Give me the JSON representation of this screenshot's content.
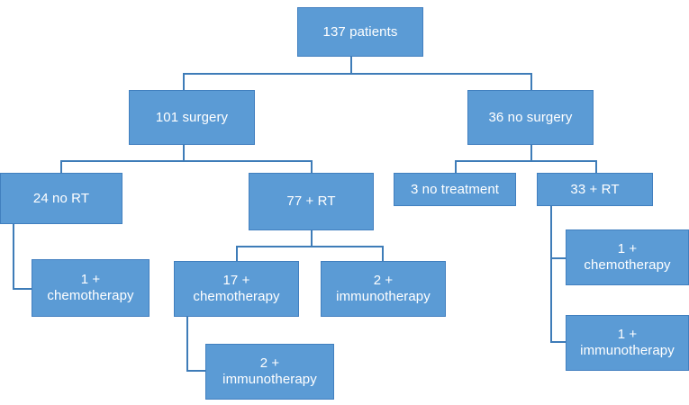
{
  "diagram": {
    "title": "Patient treatment flow diagram",
    "colors": {
      "node_fill": "#5B9BD5",
      "node_border": "#417FBF",
      "connector": "#3E7CB8",
      "node_text": "#FFFFFF",
      "background": "#FFFFFF"
    },
    "nodes": [
      {
        "id": "root",
        "label": "137 patients",
        "line1": "137 patients",
        "line2": ""
      },
      {
        "id": "surgery",
        "label": "101 surgery",
        "line1": "101 surgery",
        "line2": ""
      },
      {
        "id": "no-surgery",
        "label": "36 no surgery",
        "line1": "36 no surgery",
        "line2": ""
      },
      {
        "id": "no-rt",
        "label": "24 no RT",
        "line1": "24 no RT",
        "line2": ""
      },
      {
        "id": "rt-77",
        "label": "77 + RT",
        "line1": "77 + RT",
        "line2": ""
      },
      {
        "id": "no-treatment",
        "label": "3 no treatment",
        "line1": "3 no treatment",
        "line2": ""
      },
      {
        "id": "rt-33",
        "label": "33 + RT",
        "line1": "33 + RT",
        "line2": ""
      },
      {
        "id": "chemo-1-left",
        "label": "1 + chemotherapy",
        "line1": "1 +",
        "line2": "chemotherapy"
      },
      {
        "id": "chemo-17",
        "label": "17 + chemotherapy",
        "line1": "17 +",
        "line2": "chemotherapy"
      },
      {
        "id": "immuno-2-right",
        "label": "2 + immunotherapy",
        "line1": "2 +",
        "line2": "immunotherapy"
      },
      {
        "id": "immuno-2-under",
        "label": "2 + immunotherapy",
        "line1": "2 +",
        "line2": "immunotherapy"
      },
      {
        "id": "chemo-1-right",
        "label": "1 + chemotherapy",
        "line1": "1 +",
        "line2": "chemotherapy"
      },
      {
        "id": "immuno-1-right",
        "label": "1 + immunotherapy",
        "line1": "1 +",
        "line2": "immunotherapy"
      }
    ]
  },
  "chart_data": {
    "type": "diagram",
    "title": "137 patients treatment flow",
    "root": "137 patients",
    "flow": [
      {
        "node": "137 patients",
        "count": 137,
        "level": 0,
        "parent": null
      },
      {
        "node": "101 surgery",
        "count": 101,
        "level": 1,
        "parent": "137 patients"
      },
      {
        "node": "36 no surgery",
        "count": 36,
        "level": 1,
        "parent": "137 patients"
      },
      {
        "node": "24 no RT",
        "count": 24,
        "level": 2,
        "parent": "101 surgery"
      },
      {
        "node": "77 + RT",
        "count": 77,
        "level": 2,
        "parent": "101 surgery"
      },
      {
        "node": "3 no treatment",
        "count": 3,
        "level": 2,
        "parent": "36 no surgery"
      },
      {
        "node": "33 + RT",
        "count": 33,
        "level": 2,
        "parent": "36 no surgery"
      },
      {
        "node": "1 + chemotherapy",
        "count": 1,
        "level": 3,
        "parent": "24 no RT"
      },
      {
        "node": "17 + chemotherapy",
        "count": 17,
        "level": 3,
        "parent": "77 + RT"
      },
      {
        "node": "2 + immunotherapy",
        "count": 2,
        "level": 3,
        "parent": "77 + RT"
      },
      {
        "node": "2 + immunotherapy",
        "count": 2,
        "level": 4,
        "parent": "17 + chemotherapy"
      },
      {
        "node": "1 + chemotherapy",
        "count": 1,
        "level": 3,
        "parent": "33 + RT"
      },
      {
        "node": "1 + immunotherapy",
        "count": 1,
        "level": 3,
        "parent": "33 + RT"
      }
    ]
  }
}
